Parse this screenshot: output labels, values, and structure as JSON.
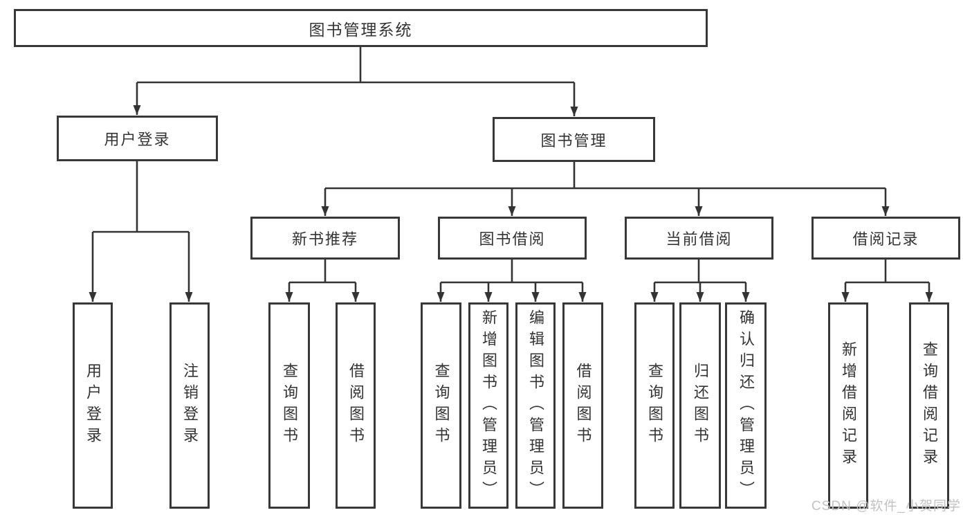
{
  "colors": {
    "line": "#333333",
    "box_border": "#383838",
    "box_fill": "#ffffff",
    "text": "#333333",
    "watermark_text": "#c2c2c2"
  },
  "nodes": {
    "root": "图书管理系统",
    "level2": [
      "用户登录",
      "图书管理"
    ],
    "level3": [
      "新书推荐",
      "图书借阅",
      "当前借阅",
      "借阅记录"
    ],
    "level4": [
      "用户登录",
      "注销登录",
      "查询图书",
      "借阅图书",
      "查询图书",
      "新增图书（管理员）",
      "编辑图书（管理员）",
      "借阅图书",
      "查询图书",
      "归还图书",
      "确认归还（管理员）",
      "新增借阅记录",
      "查询借阅记录"
    ]
  },
  "watermark": "CSDN @软件_小贺同学"
}
